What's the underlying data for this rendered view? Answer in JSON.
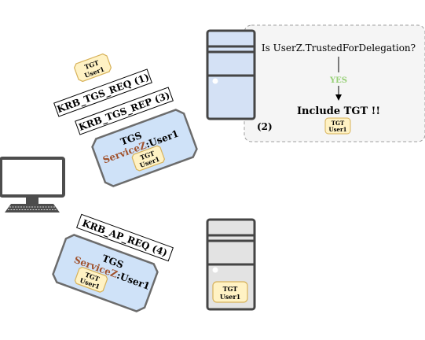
{
  "messages": {
    "tgs_req": "KRB_TGS_REQ (1)",
    "tgs_rep": "KRB_TGS_REP (3)",
    "ap_req": "KRB_AP_REQ (4)"
  },
  "ticket": {
    "line1": "TGT",
    "line2": "User1"
  },
  "service_ticket": {
    "title": "TGS",
    "service": "ServiceZ",
    "user": ":User1"
  },
  "kdc_panel": {
    "question": "Is UserZ.TrustedForDelegation?",
    "answer": "YES",
    "result": "Include TGT !!",
    "step": "(2)"
  },
  "colors": {
    "ticket_fill": "#fff2c4",
    "ticket_stroke": "#d7b25a",
    "service_ticket_fill": "#cfe2f8",
    "kdc_server_fill": "#d4e1f5",
    "service_server_fill": "#e3e3e3",
    "yes_text": "#97d077",
    "service_name": "#a0522d",
    "panel_fill": "#f5f5f5"
  }
}
